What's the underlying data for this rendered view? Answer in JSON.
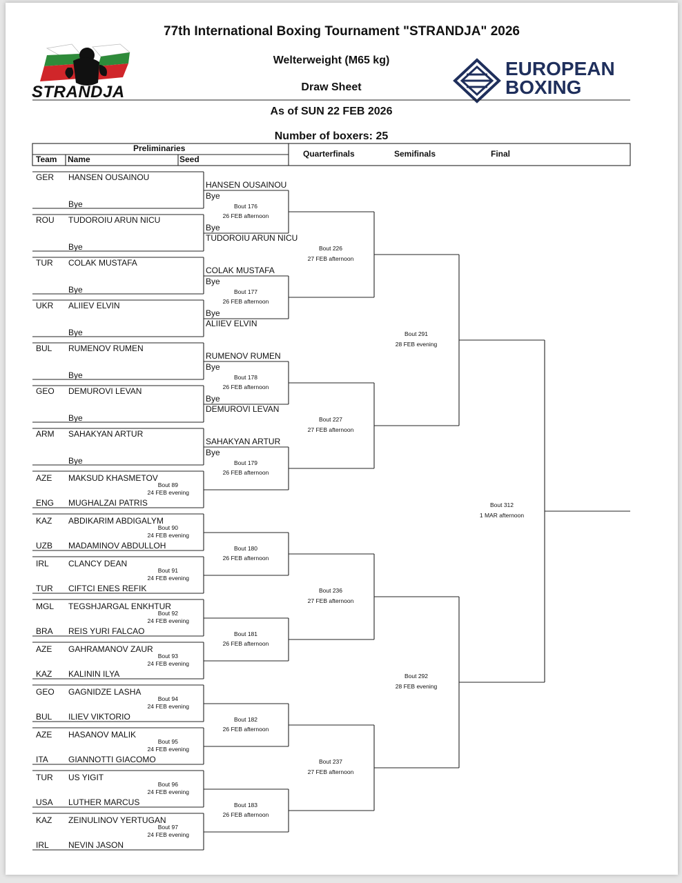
{
  "header": {
    "title": "77th International Boxing Tournament \"STRANDJA\" 2026",
    "weight": "Welterweight (M65 kg)",
    "doc": "Draw Sheet",
    "asof": "As of SUN 22 FEB 2026",
    "count": "Number of boxers: 25",
    "logo_left": "STRANDJA",
    "logo_right": [
      "EUROPEAN",
      "BOXING"
    ]
  },
  "table_headers": {
    "prelim": "Preliminaries",
    "team": "Team",
    "name": "Name",
    "seed": "Seed",
    "qf": "Quarterfinals",
    "sf": "Semifinals",
    "final": "Final"
  },
  "prelim_top": [
    {
      "team": "GER",
      "name": "HANSEN OUSAINOU",
      "bye": "Bye"
    },
    {
      "team": "ROU",
      "name": "TUDOROIU ARUN NICU",
      "bye": "Bye"
    },
    {
      "team": "TUR",
      "name": "COLAK MUSTAFA",
      "bye": "Bye"
    },
    {
      "team": "UKR",
      "name": "ALIIEV ELVIN",
      "bye": "Bye"
    },
    {
      "team": "BUL",
      "name": "RUMENOV RUMEN",
      "bye": "Bye"
    },
    {
      "team": "GEO",
      "name": "DEMUROVI LEVAN",
      "bye": "Bye"
    },
    {
      "team": "ARM",
      "name": "SAHAKYAN ARTUR",
      "bye": "Bye"
    }
  ],
  "prelim_bouts": [
    {
      "a_team": "AZE",
      "a": "MAKSUD KHASMETOV",
      "b_team": "ENG",
      "b": "MUGHALZAI PATRIS",
      "bout": "Bout 89",
      "time": "24 FEB evening"
    },
    {
      "a_team": "KAZ",
      "a": "ABDIKARIM ABDIGALYM",
      "b_team": "UZB",
      "b": "MADAMINOV ABDULLOH",
      "bout": "Bout 90",
      "time": "24 FEB evening"
    },
    {
      "a_team": "IRL",
      "a": "CLANCY DEAN",
      "b_team": "TUR",
      "b": "CIFTCI ENES REFIK",
      "bout": "Bout 91",
      "time": "24 FEB evening"
    },
    {
      "a_team": "MGL",
      "a": "TEGSHJARGAL ENKHTUR",
      "b_team": "BRA",
      "b": "REIS YURI FALCAO",
      "bout": "Bout 92",
      "time": "24 FEB evening"
    },
    {
      "a_team": "AZE",
      "a": "GAHRAMANOV ZAUR",
      "b_team": "KAZ",
      "b": "KALININ ILYA",
      "bout": "Bout 93",
      "time": "24 FEB evening"
    },
    {
      "a_team": "GEO",
      "a": "GAGNIDZE LASHA",
      "b_team": "BUL",
      "b": "ILIEV VIKTORIO",
      "bout": "Bout 94",
      "time": "24 FEB evening"
    },
    {
      "a_team": "AZE",
      "a": "HASANOV MALIK",
      "b_team": "ITA",
      "b": "GIANNOTTI GIACOMO",
      "bout": "Bout 95",
      "time": "24 FEB evening"
    },
    {
      "a_team": "TUR",
      "a": "US YIGIT",
      "b_team": "USA",
      "b": "LUTHER MARCUS",
      "bout": "Bout 96",
      "time": "24 FEB evening"
    },
    {
      "a_team": "KAZ",
      "a": "ZEINULINOV YERTUGAN",
      "b_team": "IRL",
      "b": "NEVIN JASON",
      "bout": "Bout 97",
      "time": "24 FEB evening"
    }
  ],
  "r16_top": [
    {
      "w1": "HANSEN OUSAINOU",
      "b1": "Bye",
      "bout": "Bout 176",
      "time": "26 FEB afternoon",
      "b2": "Bye",
      "w2": "TUDOROIU ARUN NICU"
    },
    {
      "w1": "COLAK MUSTAFA",
      "b1": "Bye",
      "bout": "Bout 177",
      "time": "26 FEB afternoon",
      "b2": "Bye",
      "w2": "ALIIEV ELVIN"
    },
    {
      "w1": "RUMENOV RUMEN",
      "b1": "Bye",
      "bout": "Bout 178",
      "time": "26 FEB afternoon",
      "b2": "Bye",
      "w2": "DEMUROVI LEVAN"
    },
    {
      "w1": "SAHAKYAN ARTUR",
      "b1": "Bye",
      "bout": "Bout 179",
      "time": "26 FEB afternoon"
    }
  ],
  "r16_bottom": [
    {
      "bout": "Bout 180",
      "time": "26 FEB afternoon"
    },
    {
      "bout": "Bout 181",
      "time": "26 FEB afternoon"
    },
    {
      "bout": "Bout 182",
      "time": "26 FEB afternoon"
    },
    {
      "bout": "Bout 183",
      "time": "26 FEB afternoon"
    }
  ],
  "qf": [
    {
      "bout": "Bout 226",
      "time": "27 FEB afternoon"
    },
    {
      "bout": "Bout 227",
      "time": "27 FEB afternoon"
    },
    {
      "bout": "Bout 236",
      "time": "27 FEB afternoon"
    },
    {
      "bout": "Bout 237",
      "time": "27 FEB afternoon"
    }
  ],
  "sf": [
    {
      "bout": "Bout 291",
      "time": "28 FEB evening"
    },
    {
      "bout": "Bout 292",
      "time": "28 FEB evening"
    }
  ],
  "final": {
    "bout": "Bout 312",
    "time": "1 MAR afternoon"
  },
  "colors": {
    "bulgaria_white": "#ffffff",
    "bulgaria_green": "#2e8b3a",
    "bulgaria_red": "#d0262a",
    "eb_navy": "#1f2f5c"
  }
}
